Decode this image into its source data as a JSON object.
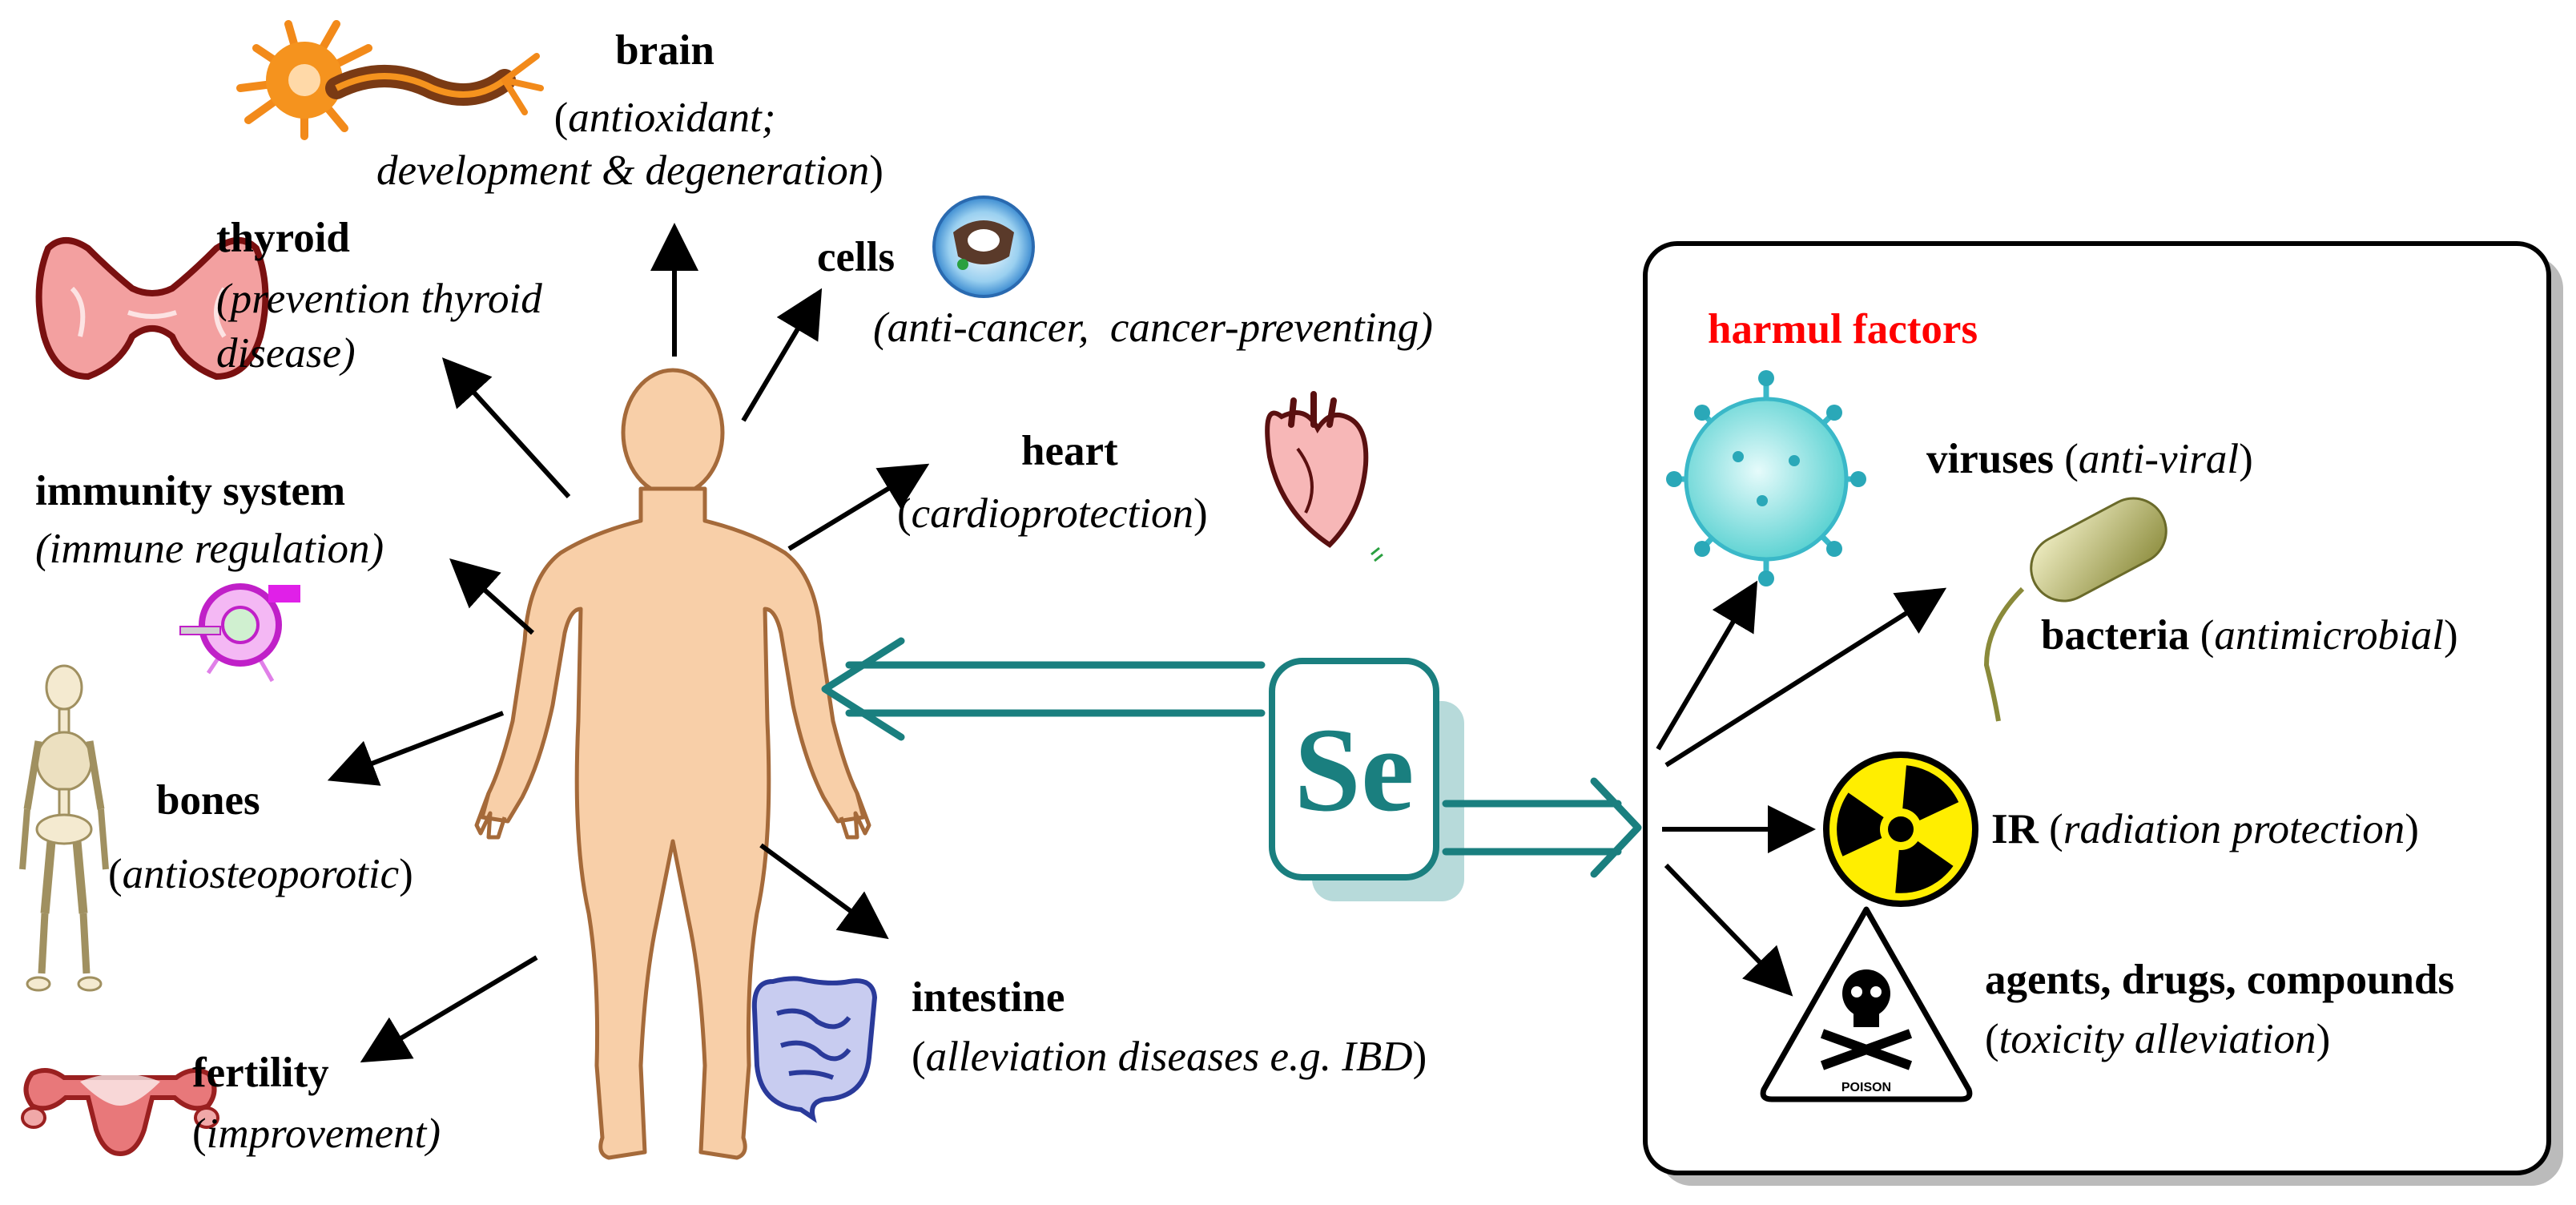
{
  "center": {
    "symbol": "Se",
    "color": "#1a7f7f"
  },
  "body_effects": {
    "brain": {
      "name": "brain",
      "line1_pre": "(",
      "line1": "antioxidant;",
      "line2": "development & degeneration",
      "line2_post": ")"
    },
    "thyroid": {
      "name": "thyroid",
      "line1": "(prevention thyroid",
      "line2": "disease)"
    },
    "cells": {
      "name": "cells",
      "desc": "(anti-cancer,  cancer-preventing)"
    },
    "heart": {
      "name": "heart",
      "open": "(",
      "desc": "cardioprotection",
      "close": ")"
    },
    "immunity": {
      "name": "immunity system",
      "desc": "(immune regulation)"
    },
    "bones": {
      "name": "bones",
      "open": "(",
      "desc": "antiosteoporotic",
      "close": ")"
    },
    "intestine": {
      "name": "intestine",
      "open": "(",
      "desc": "alleviation diseases e.g. IBD",
      "close": ")"
    },
    "fertility": {
      "name": "fertility",
      "open": "(",
      "desc": "improvement)"
    }
  },
  "harmful": {
    "title": "harmul factors",
    "title_color": "#ff0000",
    "items": {
      "viruses": {
        "name": "viruses",
        "open": " (",
        "desc": "anti-viral",
        "close": ")"
      },
      "bacteria": {
        "name": "bacteria",
        "open": " (",
        "desc": "antimicrobial",
        "close": ")"
      },
      "ir": {
        "name": "IR",
        "open": " (",
        "desc": "radiation protection",
        "close": ")"
      },
      "agents": {
        "name": "agents, drugs, compounds",
        "open": "(",
        "desc": "toxicity alleviation",
        "close": ")"
      }
    },
    "poison_label": "POISON"
  },
  "icons": [
    "neuron-icon",
    "thyroid-icon",
    "cell-icon",
    "heart-icon",
    "lymph-node-icon",
    "skeleton-icon",
    "intestine-icon",
    "uterus-icon",
    "virus-icon",
    "bacterium-icon",
    "radiation-icon",
    "poison-icon",
    "human-body-icon"
  ]
}
